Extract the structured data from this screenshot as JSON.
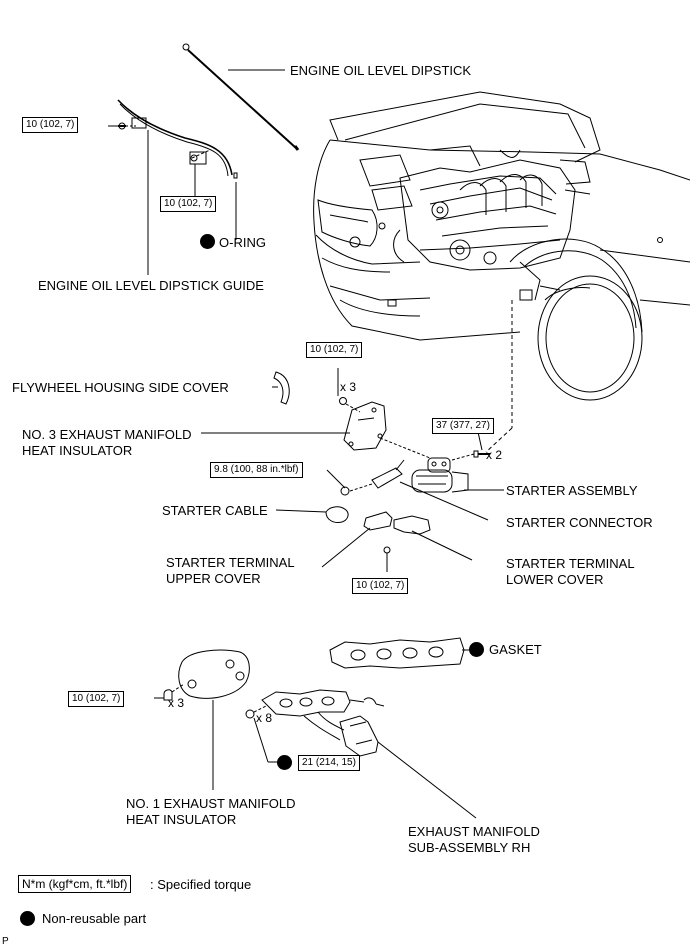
{
  "labels": {
    "dipstick": "ENGINE OIL LEVEL DIPSTICK",
    "dipstick_guide": "ENGINE OIL LEVEL DIPSTICK GUIDE",
    "o_ring": "O-RING",
    "flywheel_cover": "FLYWHEEL HOUSING SIDE COVER",
    "no3_insulator_1": "NO. 3 EXHAUST MANIFOLD",
    "no3_insulator_2": "HEAT INSULATOR",
    "starter_assembly": "STARTER ASSEMBLY",
    "starter_cable": "STARTER CABLE",
    "starter_connector": "STARTER CONNECTOR",
    "upper_cover_1": "STARTER TERMINAL",
    "upper_cover_2": "UPPER COVER",
    "lower_cover_1": "STARTER TERMINAL",
    "lower_cover_2": "LOWER COVER",
    "gasket": "GASKET",
    "no1_insulator_1": "NO. 1 EXHAUST MANIFOLD",
    "no1_insulator_2": "HEAT INSULATOR",
    "manifold_1": "EXHAUST MANIFOLD",
    "manifold_2": "SUB-ASSEMBLY RH"
  },
  "torques": {
    "guide_bolt": "10 (102, 7)",
    "guide_bracket": "10 (102, 7)",
    "no3_bolts": "10 (102, 7)",
    "starter_bolts": "37 (377, 27)",
    "cable_nut": "9.8 (100, 88 in.*lbf)",
    "cover_nut": "10 (102, 7)",
    "no1_bolts": "10 (102, 7)",
    "manifold_nuts": "21 (214, 15)"
  },
  "quantities": {
    "no3_bolts": "x 3",
    "starter_bolts": "x 2",
    "no1_bolts": "x 3",
    "manifold_nuts": "x 8"
  },
  "legend": {
    "torque_box": "N*m (kgf*cm, ft.*lbf)",
    "torque_text": ": Specified torque",
    "nonreusable_text": "Non-reusable part"
  },
  "corner_mark": "P"
}
